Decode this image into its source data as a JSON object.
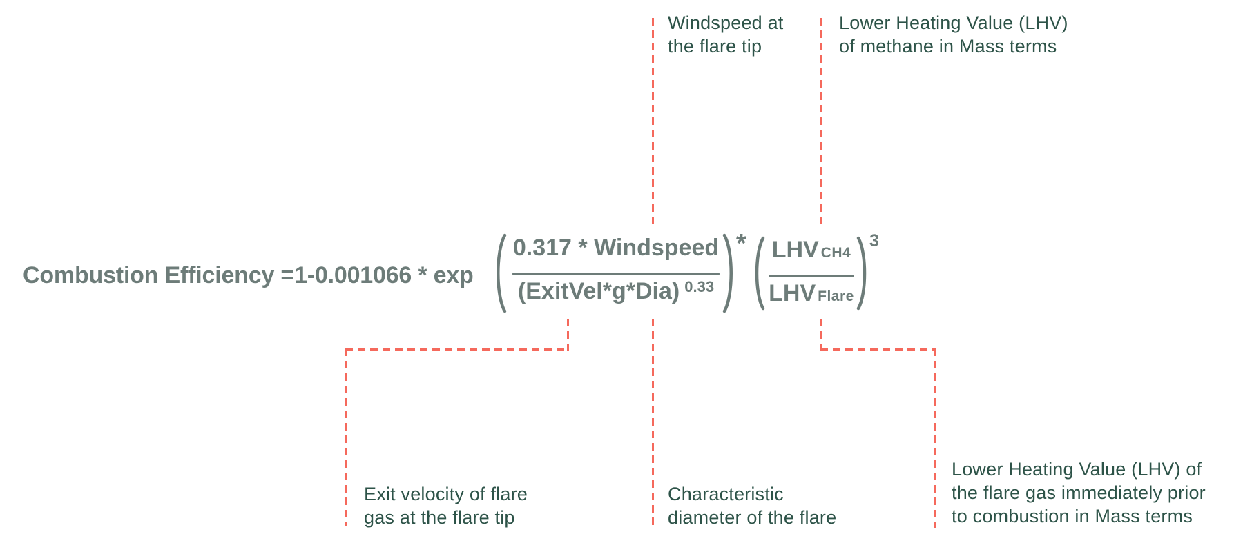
{
  "colors": {
    "formula_text": "#6d7c79",
    "annotation_text": "#2d5348",
    "connector_line": "#f5695c",
    "background": "#ffffff"
  },
  "formula": {
    "lead": "Combustion Efficiency =1-0.001066 * exp",
    "fraction1": {
      "numerator": "0.317 * Windspeed",
      "denominator": "(ExitVel*g*Dia)",
      "denominator_exponent": "0.33"
    },
    "multiply_operator": "*",
    "fraction2": {
      "numerator_base": "LHV",
      "numerator_subscript": "CH4",
      "denominator_base": "LHV",
      "denominator_subscript": "Flare",
      "exponent": "3"
    }
  },
  "annotations": {
    "windspeed": {
      "lines": [
        "Windspeed at",
        "the flare tip"
      ]
    },
    "lhv_methane": {
      "lines": [
        "Lower Heating Value (LHV)",
        "of methane in Mass terms"
      ]
    },
    "exit_velocity": {
      "lines": [
        "Exit velocity of flare",
        "gas at the flare tip"
      ]
    },
    "diameter": {
      "lines": [
        "Characteristic",
        "diameter of the flare"
      ]
    },
    "lhv_flare": {
      "lines": [
        "Lower Heating Value (LHV) of",
        "the flare gas immediately prior",
        "to combustion in Mass terms"
      ]
    }
  }
}
